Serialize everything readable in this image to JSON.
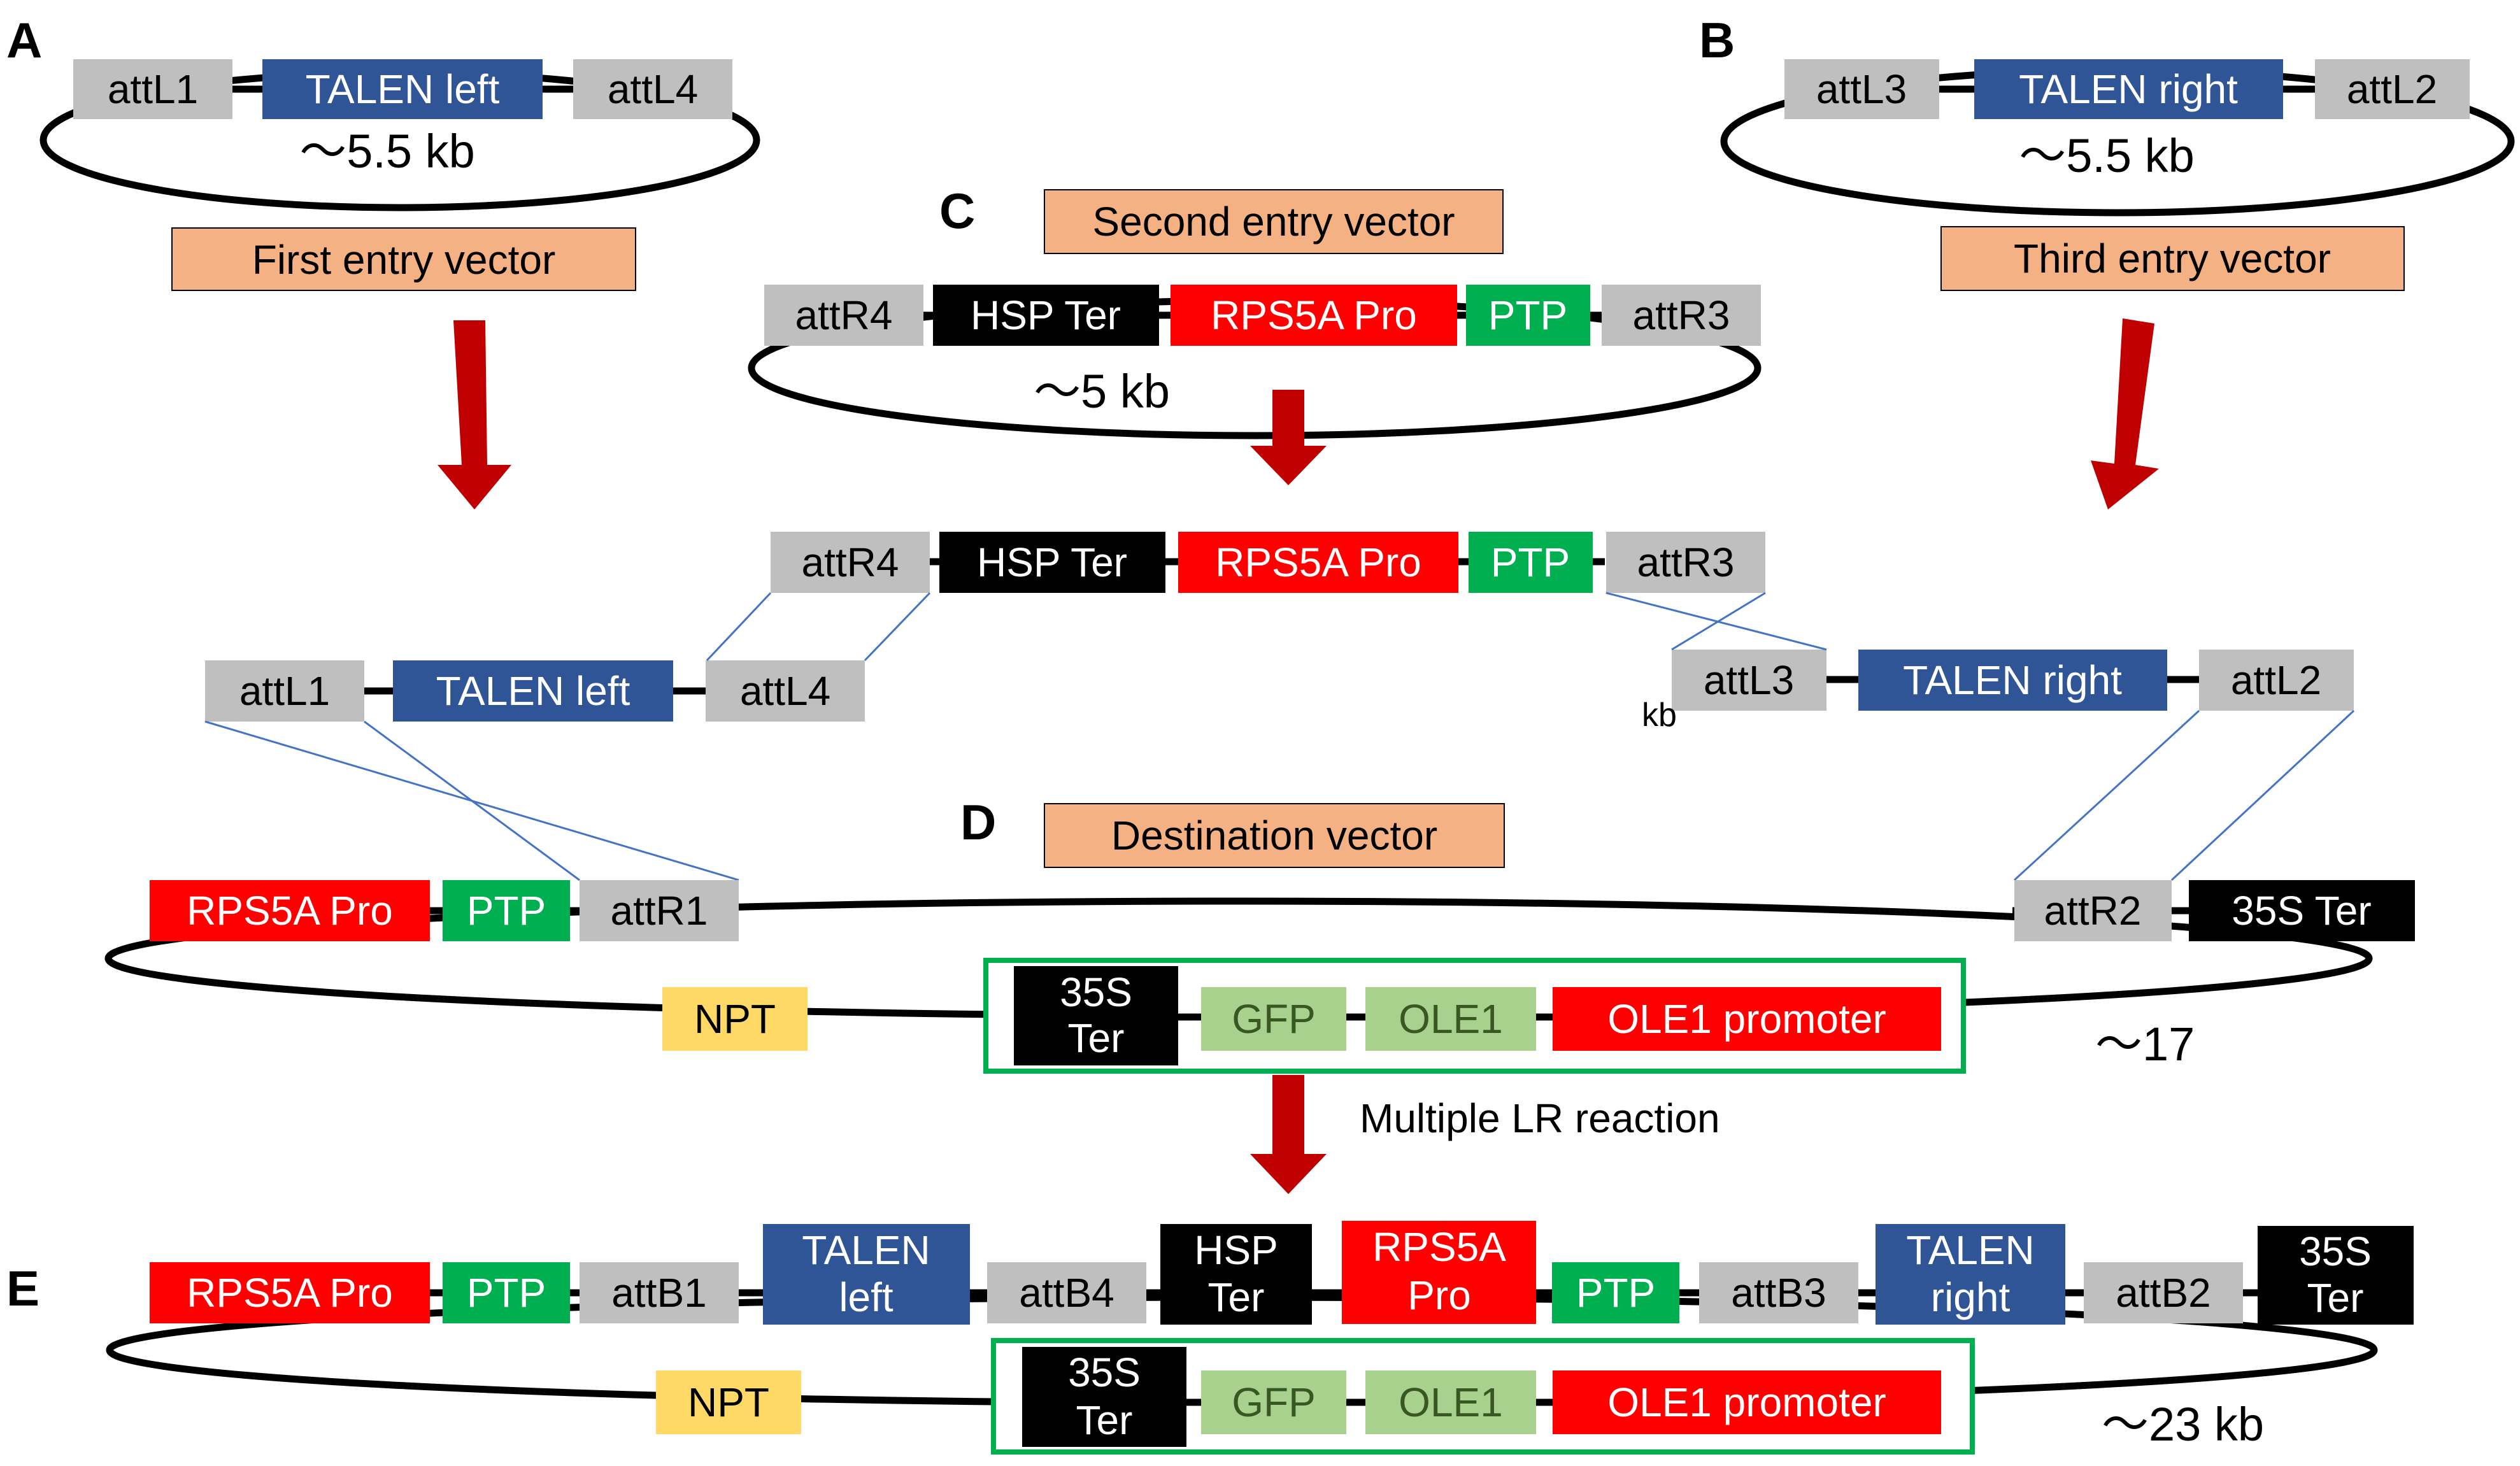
{
  "colors": {
    "att_gray": "#bfbfbf",
    "talen_blue": "#2f5597",
    "hsp_black": "#000000",
    "rps5a_red": "#ff0000",
    "ptp_green": "#00b050",
    "label_orange": "#f4b183",
    "arrow_red": "#c00000",
    "npt_yellow": "#ffd966",
    "gfp_light_green": "#a9d18e",
    "gfp_text": "#385723",
    "frame_green": "#00b050",
    "connector_blue": "#4472c4"
  },
  "panels": {
    "A": "A",
    "B": "B",
    "C": "C",
    "D": "D",
    "E": "E"
  },
  "entry_a": {
    "parts": [
      "attL1",
      "TALEN left",
      "attL4"
    ],
    "size": "～5.5 kb",
    "label": "First entry vector"
  },
  "entry_b": {
    "parts": [
      "attL3",
      "TALEN right",
      "attL2"
    ],
    "size": "～5.5 kb",
    "label": "Third entry vector"
  },
  "entry_c": {
    "parts": [
      "attR4",
      "HSP Ter",
      "RPS5A Pro",
      "PTP",
      "attR3"
    ],
    "size": "～5 kb",
    "label": "Second entry vector"
  },
  "recombination": {
    "middle": [
      "attR4",
      "HSP Ter",
      "RPS5A Pro",
      "PTP",
      "attR3"
    ],
    "left": [
      "attL1",
      "TALEN left",
      "attL4"
    ],
    "right": [
      "attL3",
      "TALEN right",
      "attL2"
    ],
    "stray": "kb"
  },
  "destination": {
    "label": "Destination vector",
    "top_left": [
      "RPS5A Pro",
      "PTP",
      "attR1"
    ],
    "top_right": [
      "attR2",
      "35S Ter"
    ],
    "npt": "NPT",
    "cassette": [
      "35S",
      "Ter",
      "GFP",
      "OLE1",
      "OLE1 promoter"
    ],
    "size": "～17"
  },
  "reaction_label": "Multiple LR reaction",
  "final": {
    "top": [
      "RPS5A Pro",
      "PTP",
      "attB1",
      "TALEN",
      "left",
      "attB4",
      "HSP",
      "Ter",
      "RPS5A",
      "Pro",
      "PTP",
      "attB3",
      "TALEN",
      "right",
      "attB2",
      "35S",
      "Ter"
    ],
    "npt": "NPT",
    "cassette": [
      "35S",
      "Ter",
      "GFP",
      "OLE1",
      "OLE1 promoter"
    ],
    "size": "～23 kb"
  }
}
